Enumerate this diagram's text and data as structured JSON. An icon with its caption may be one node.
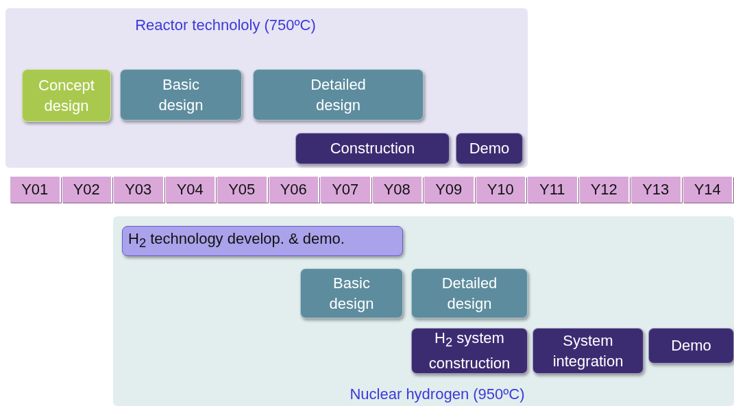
{
  "diagram": {
    "nodes": [
      {
        "text": [
          "Reactor technololy (750ºC)"
        ]
      },
      {
        "text": [
          "Concept design"
        ],
        "in": 0
      },
      {
        "text": [
          "Basic design"
        ],
        "in": 0
      },
      {
        "text": [
          "Detailed design"
        ],
        "in": 0
      },
      {
        "text": [
          "Construction"
        ],
        "in": 0
      },
      {
        "text": [
          "Demo"
        ],
        "in": 0
      },
      {
        "text": [
          "Nuclear hydrogen (950ºC)"
        ]
      },
      {
        "text": [
          "H$_{2}$ technology develop. & demo."
        ],
        "in": 6
      },
      {
        "text": [
          "Basic design"
        ],
        "in": 6
      },
      {
        "text": [
          "Detailed design"
        ],
        "in": 6
      },
      {
        "text": [
          "H$_{2}$ system construction"
        ],
        "in": 6
      },
      {
        "text": [
          "System integration"
        ],
        "in": 6
      },
      {
        "text": [
          "Demo"
        ],
        "in": 6
      },
      {
        "text": [
          "Y01"
        ]
      },
      {
        "text": [
          "Y02"
        ]
      },
      {
        "text": [
          "Y03"
        ]
      },
      {
        "text": [
          "Y04"
        ]
      },
      {
        "text": [
          "Y05"
        ]
      },
      {
        "text": [
          "Y06"
        ]
      },
      {
        "text": [
          "Y07"
        ]
      },
      {
        "text": [
          "Y08"
        ]
      },
      {
        "text": [
          "Y09"
        ]
      },
      {
        "text": [
          "Y10"
        ]
      },
      {
        "text": [
          "Y11"
        ]
      },
      {
        "text": [
          "Y12"
        ]
      },
      {
        "text": [
          "Y13"
        ]
      },
      {
        "text": [
          "Y14"
        ]
      }
    ],
    "edges": []
  }
}
